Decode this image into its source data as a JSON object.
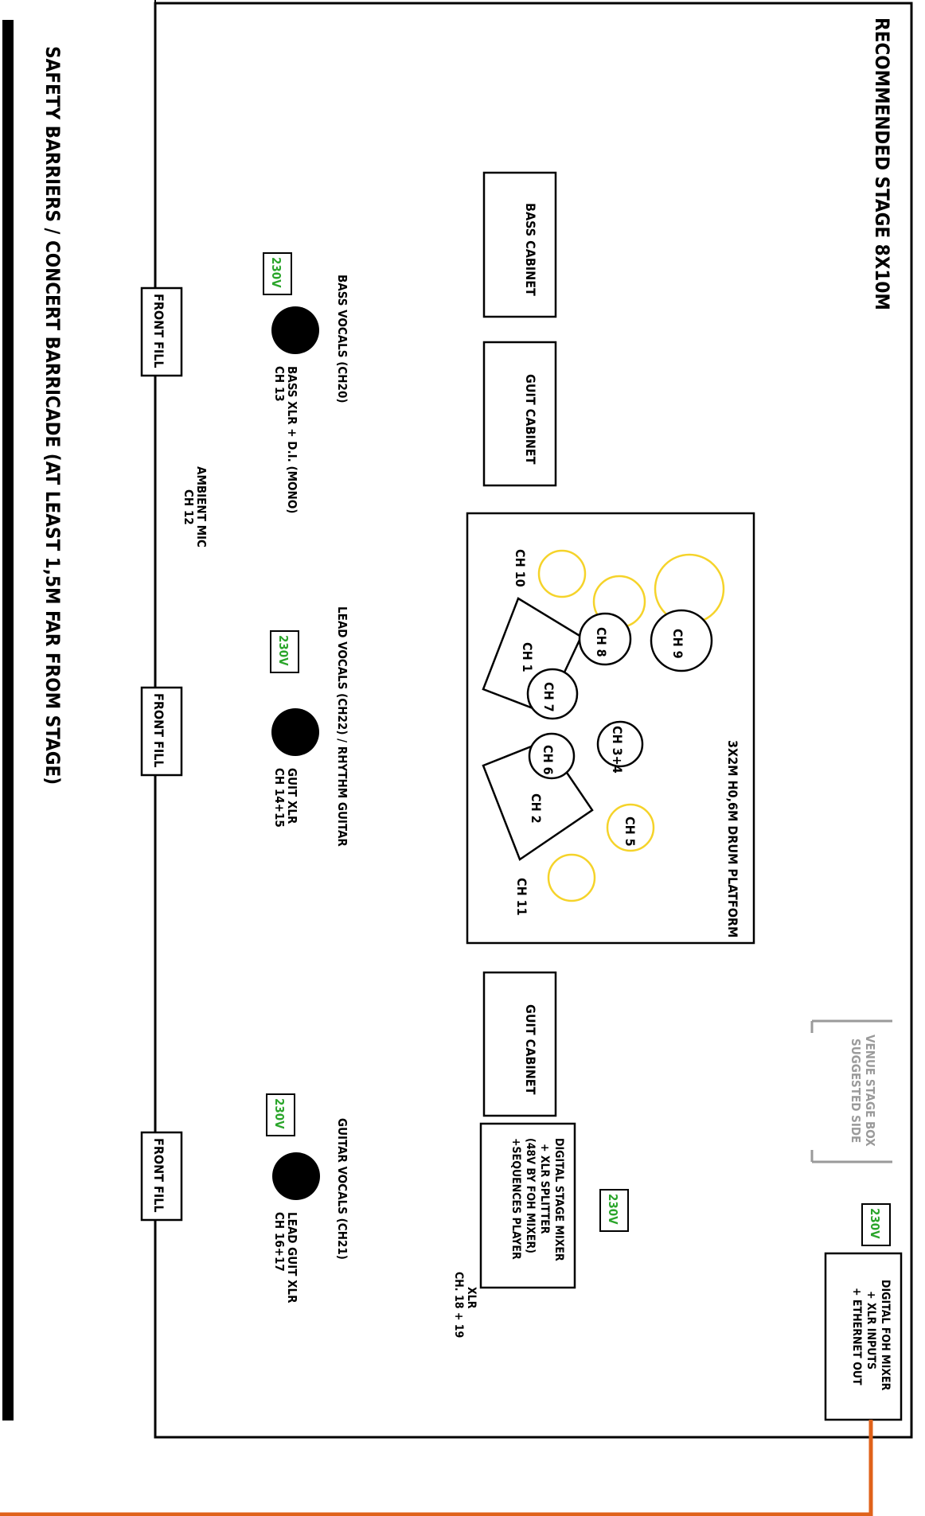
{
  "title": "RECOMMENDED STAGE 8X10M",
  "barrier_text": "SAFETY BARRIERS / CONCERT BARRICADE (AT LEAST 1,5M FAR FROM STAGE)",
  "colors": {
    "line": "#000000",
    "cymbal": "#f5d32a",
    "power": "#2aa52a",
    "cable": "#e0621a",
    "stagebox": "#9a9a9a"
  },
  "drum_platform": {
    "label": "3X2M H0,6M DRUM PLATFORM",
    "drums": [
      "CH 9",
      "CH 8",
      "CH 7",
      "CH 6",
      "CH 3+4"
    ],
    "kick_labels": [
      "CH 1",
      "CH 2"
    ],
    "cymbal_labels": [
      "CH 5",
      "CH 10",
      "CH 11"
    ]
  },
  "cabinets": {
    "bass": "BASS CABINET",
    "guit_left": "GUIT CABINET",
    "guit_right": "GUIT CABINET"
  },
  "stage_mixer": {
    "lines": [
      "DIGITAL STAGE MIXER",
      "+ XLR SPLITTER",
      "(48V BY FOH MIXER)",
      "+SEQUENCES PLAYER"
    ]
  },
  "xlr_channels": [
    "XLR",
    "CH. 18 + 19"
  ],
  "foh_mixer": {
    "lines": [
      "DIGITAL FOH MIXER",
      "+ XLR INPUTS",
      "+ ETHERNET OUT"
    ]
  },
  "stage_box": {
    "lines": [
      "VENUE STAGE BOX",
      "SUGGESTED SIDE"
    ]
  },
  "power_label": "230V",
  "front_fill_label": "FRONT FILL",
  "musicians": {
    "bass": {
      "vocal": "BASS VOCALS (CH20)",
      "lines": [
        "BASS XLR + D.I. (MONO)",
        "CH 13"
      ]
    },
    "lead": {
      "vocal": "LEAD VOCALS (CH22) / RHYTHM GUITAR",
      "lines": [
        "GUIT XLR",
        "CH 14+15"
      ]
    },
    "guitar": {
      "vocal": "GUITAR VOCALS (CH21)",
      "lines": [
        "LEAD GUIT XLR",
        "CH 16+17"
      ]
    }
  },
  "ambient": {
    "lines": [
      "AMBIENT MIC",
      "CH 12"
    ]
  }
}
